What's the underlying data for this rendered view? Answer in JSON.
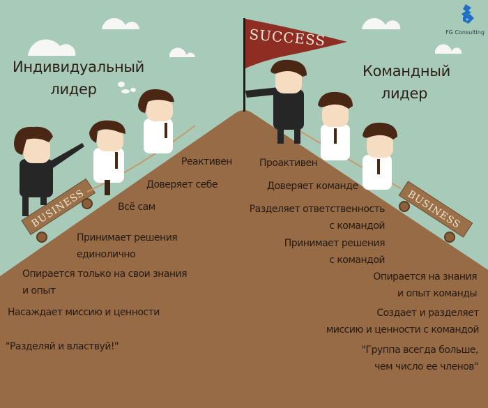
{
  "logo": {
    "text": "FG Consulting",
    "icon": "fg-logo-icon",
    "color": "#1f6fc4"
  },
  "flag": {
    "text": "SUCCESS",
    "color": "#8e2e22"
  },
  "colors": {
    "sky": "#a7cbb8",
    "mountain": "#976b45",
    "text": "#241a12",
    "cloud": "#f6f6f4"
  },
  "left": {
    "heading_line1": "Индивидуальный",
    "heading_line2": "лидер",
    "cart_label": "BUSINESS",
    "traits": [
      {
        "line1": "Реактивен"
      },
      {
        "line1": "Доверяет себе"
      },
      {
        "line1": "Всё сам"
      },
      {
        "line1": "Принимает решения",
        "line2": "единолично"
      },
      {
        "line1": "Опирается только на свои знания",
        "line2": "и опыт"
      },
      {
        "line1": "Насаждает миссию и ценности"
      },
      {
        "line1": "\"Разделяй и властвуй!\""
      }
    ]
  },
  "right": {
    "heading_line1": "Командный",
    "heading_line2": "лидер",
    "cart_label": "BUSINESS",
    "traits": [
      {
        "line1": "Проактивен"
      },
      {
        "line1": "Доверяет команде"
      },
      {
        "line1": "Разделяет ответственность",
        "line2": "с командой"
      },
      {
        "line1": "Принимает решения",
        "line2": "с командой"
      },
      {
        "line1": "Опирается на знания",
        "line2": "и опыт команды"
      },
      {
        "line1": "Создает и разделяет",
        "line2": "миссию и ценности с командой"
      },
      {
        "line1": "\"Группа всегда больше,",
        "line2": "чем число ее членов\""
      }
    ]
  }
}
